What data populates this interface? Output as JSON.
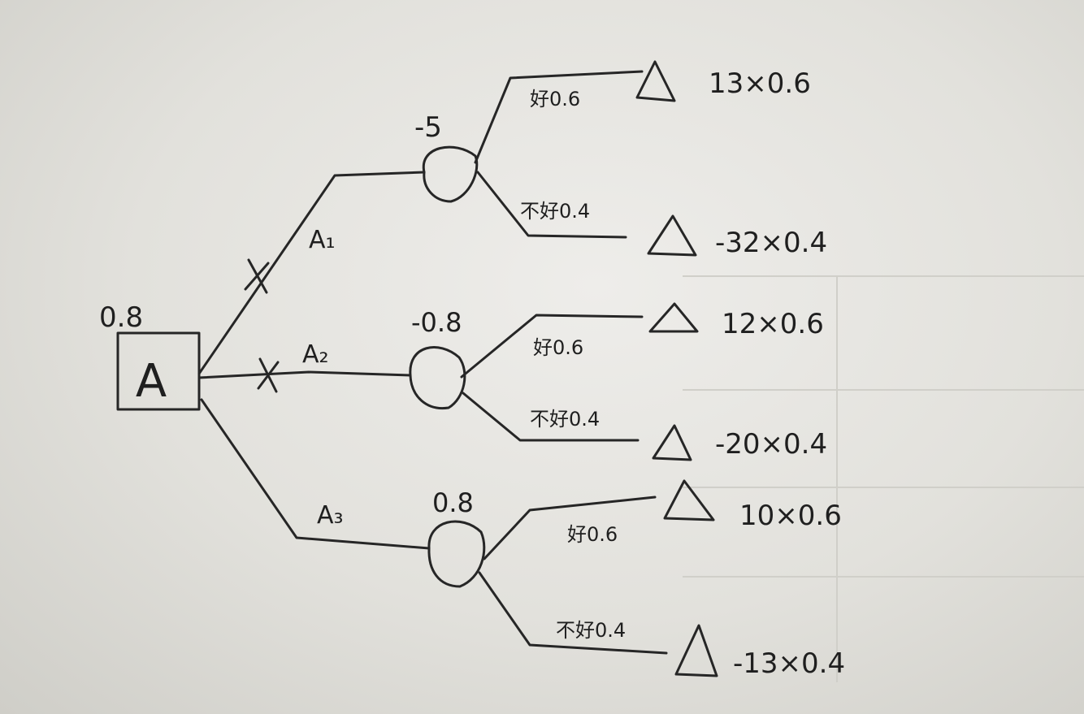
{
  "decision": {
    "label": "A",
    "value": "0.8"
  },
  "branches": [
    {
      "name": "A₁",
      "pruned": true,
      "expected_value": "-5",
      "outcomes": [
        {
          "label": "好0.6",
          "payoff": "13×0.6"
        },
        {
          "label": "不好0.4",
          "payoff": "-32×0.4"
        }
      ]
    },
    {
      "name": "A₂",
      "pruned": true,
      "expected_value": "-0.8",
      "outcomes": [
        {
          "label": "好0.6",
          "payoff": "12×0.6"
        },
        {
          "label": "不好0.4",
          "payoff": "-20×0.4"
        }
      ]
    },
    {
      "name": "A₃",
      "pruned": false,
      "expected_value": "0.8",
      "outcomes": [
        {
          "label": "好0.6",
          "payoff": "10×0.6"
        },
        {
          "label": "不好0.4",
          "payoff": "-13×0.4"
        }
      ]
    }
  ]
}
